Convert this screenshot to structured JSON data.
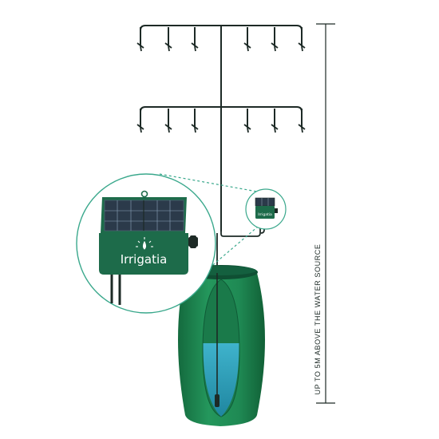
{
  "diagram": {
    "height_label": "UP TO 5M ABOVE THE WATER SOURCE",
    "brand": "Irrigatia",
    "small_brand": "Irrigatia",
    "colors": {
      "pipe": "#1d2a26",
      "tank_green": "#1f8a54",
      "tank_dark": "#146a3e",
      "lid": "#0f4f33",
      "water": "#2a9fb8",
      "controller": "#1d6b4a",
      "controller_dark": "#155238",
      "solar": "#2b3a4a",
      "zoom_line": "#3aa88c"
    },
    "upper_drippers": 6,
    "lower_drippers": 6
  }
}
